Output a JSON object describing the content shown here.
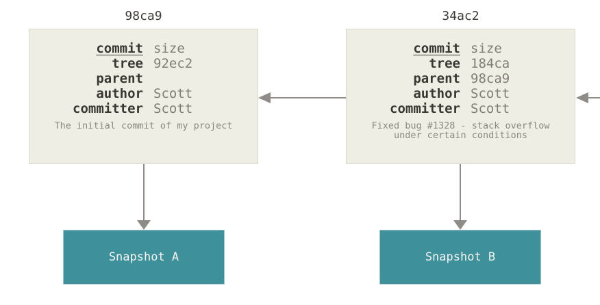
{
  "commits": [
    {
      "id": "98ca9",
      "rows": [
        {
          "label": "commit",
          "value": "size"
        },
        {
          "label": "tree",
          "value": "92ec2"
        },
        {
          "label": "parent",
          "value": ""
        },
        {
          "label": "author",
          "value": "Scott"
        },
        {
          "label": "committer",
          "value": "Scott"
        }
      ],
      "message_lines": [
        "The initial commit of my project"
      ]
    },
    {
      "id": "34ac2",
      "rows": [
        {
          "label": "commit",
          "value": "size"
        },
        {
          "label": "tree",
          "value": "184ca"
        },
        {
          "label": "parent",
          "value": "98ca9"
        },
        {
          "label": "author",
          "value": "Scott"
        },
        {
          "label": "committer",
          "value": "Scott"
        }
      ],
      "message_lines": [
        "Fixed bug #1328 - stack overflow",
        "under certain conditions"
      ]
    }
  ],
  "snapshots": [
    {
      "label": "Snapshot A"
    },
    {
      "label": "Snapshot B"
    }
  ],
  "colors": {
    "commit_box_fill": "#efeee5",
    "commit_box_border": "#d9d8cd",
    "snapshot_fill": "#3e909a",
    "arrow": "#8f8c87",
    "field_label_text": "#3a3733",
    "field_value_text": "#807d77",
    "message_text": "#8b8880",
    "title_text": "#3f3c38"
  }
}
